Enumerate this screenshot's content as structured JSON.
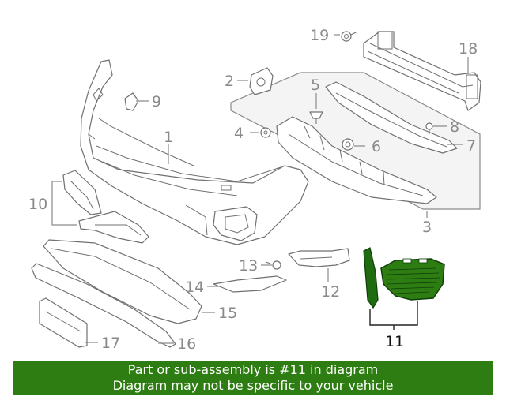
{
  "callouts": {
    "c1": "1",
    "c2": "2",
    "c3": "3",
    "c4": "4",
    "c5": "5",
    "c6": "6",
    "c7": "7",
    "c8": "8",
    "c9": "9",
    "c10": "10",
    "c11": "11",
    "c12": "12",
    "c13": "13",
    "c14": "14",
    "c15": "15",
    "c16": "16",
    "c17": "17",
    "c18": "18",
    "c19": "19"
  },
  "highlighted_part": "11",
  "highlight_color": "#2e7d13",
  "banner": {
    "line1": "Part or sub-assembly is #11 in diagram",
    "line2": "Diagram may not be specific to your vehicle",
    "background": "#2e7d13"
  }
}
